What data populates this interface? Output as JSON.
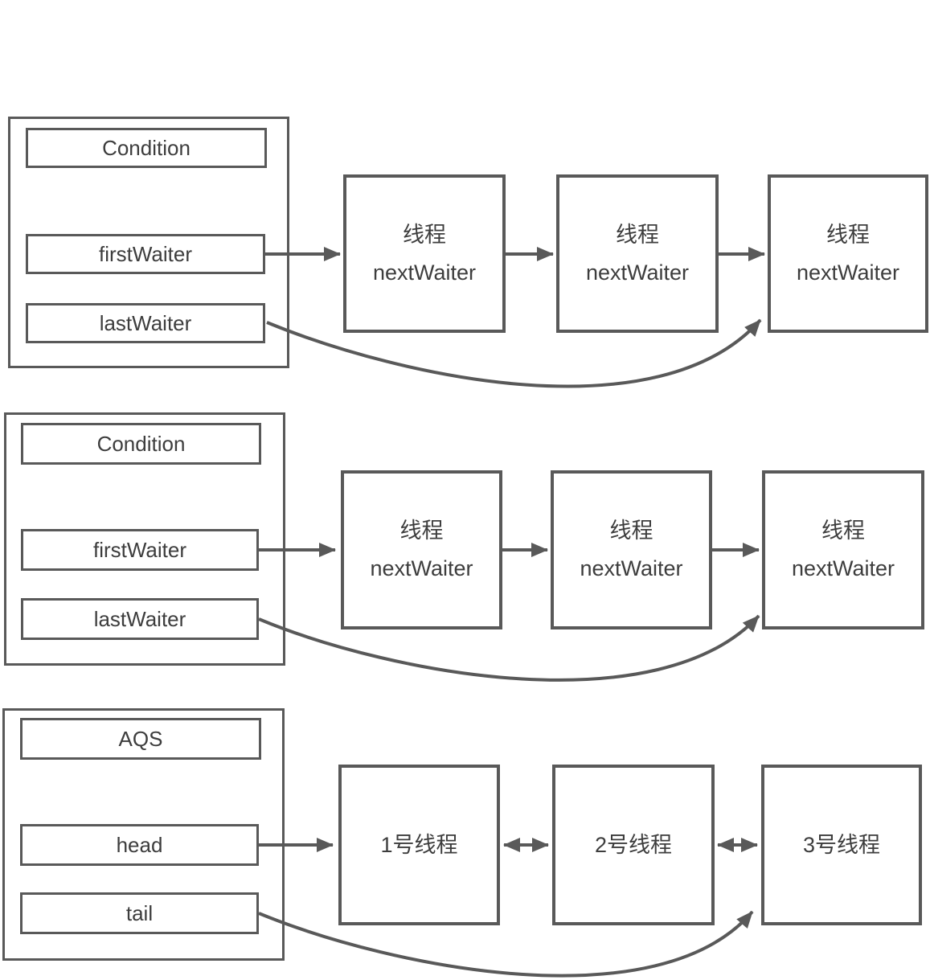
{
  "colors": {
    "stroke": "#595959",
    "text": "#3d3d3d",
    "background": "#ffffff"
  },
  "sections": [
    {
      "title": "Condition",
      "fields": [
        {
          "label": "firstWaiter"
        },
        {
          "label": "lastWaiter"
        }
      ],
      "nodes": [
        {
          "line1": "线程",
          "line2": "nextWaiter"
        },
        {
          "line1": "线程",
          "line2": "nextWaiter"
        },
        {
          "line1": "线程",
          "line2": "nextWaiter"
        }
      ]
    },
    {
      "title": "Condition",
      "fields": [
        {
          "label": "firstWaiter"
        },
        {
          "label": "lastWaiter"
        }
      ],
      "nodes": [
        {
          "line1": "线程",
          "line2": "nextWaiter"
        },
        {
          "line1": "线程",
          "line2": "nextWaiter"
        },
        {
          "line1": "线程",
          "line2": "nextWaiter"
        }
      ]
    },
    {
      "title": "AQS",
      "fields": [
        {
          "label": "head"
        },
        {
          "label": "tail"
        }
      ],
      "nodes": [
        {
          "line1": "1号线程"
        },
        {
          "line1": "2号线程"
        },
        {
          "line1": "3号线程"
        }
      ]
    }
  ]
}
